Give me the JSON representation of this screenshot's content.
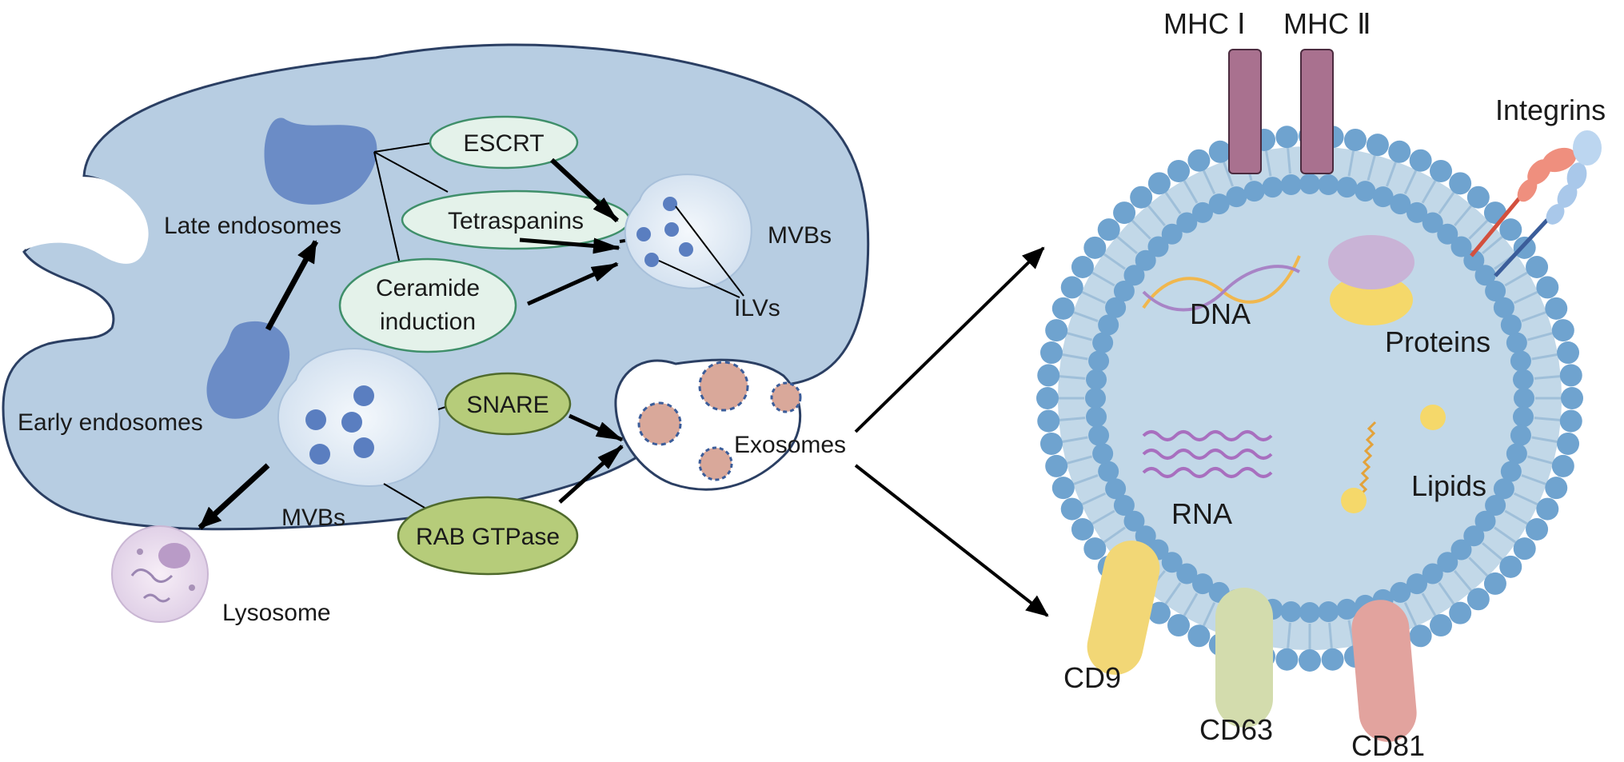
{
  "cell": {
    "late_endosomes": "Late endosomes",
    "early_endosomes": "Early endosomes",
    "mvbs_top": "MVBs",
    "ilvs": "ILVs",
    "mvbs_bottom": "MVBs",
    "lysosome": "Lysosome",
    "exosomes": "Exosomes"
  },
  "mechanisms": {
    "escrt": "ESCRT",
    "tetraspanins": "Tetraspanins",
    "ceramide_line1": "Ceramide",
    "ceramide_line2": "induction",
    "snare": "SNARE",
    "rab": "RAB GTPase"
  },
  "exosome": {
    "mhc1": "MHC Ⅰ",
    "mhc2": "MHC Ⅱ",
    "integrins": "Integrins",
    "dna": "DNA",
    "proteins": "Proteins",
    "rna": "RNA",
    "lipids": "Lipids",
    "cd9": "CD9",
    "cd63": "CD63",
    "cd81": "CD81"
  },
  "colors": {
    "cell_fill": "#b7cde2",
    "cell_stroke": "#2b3f63",
    "endosome": "#6b8cc6",
    "mvb_fill": "#e6eef6",
    "teal_ellipse": "#e4f2ea",
    "teal_stroke": "#3f8f6a",
    "green_ellipse": "#b6cc7a",
    "green_stroke": "#4f6a2c",
    "membrane_head": "#6fa3cf",
    "exosome_lumen": "#c2d8e8",
    "mhc": "#a9718f",
    "cd9": "#f2d776",
    "cd63": "#d3dcad",
    "cd81": "#e2a39e"
  }
}
